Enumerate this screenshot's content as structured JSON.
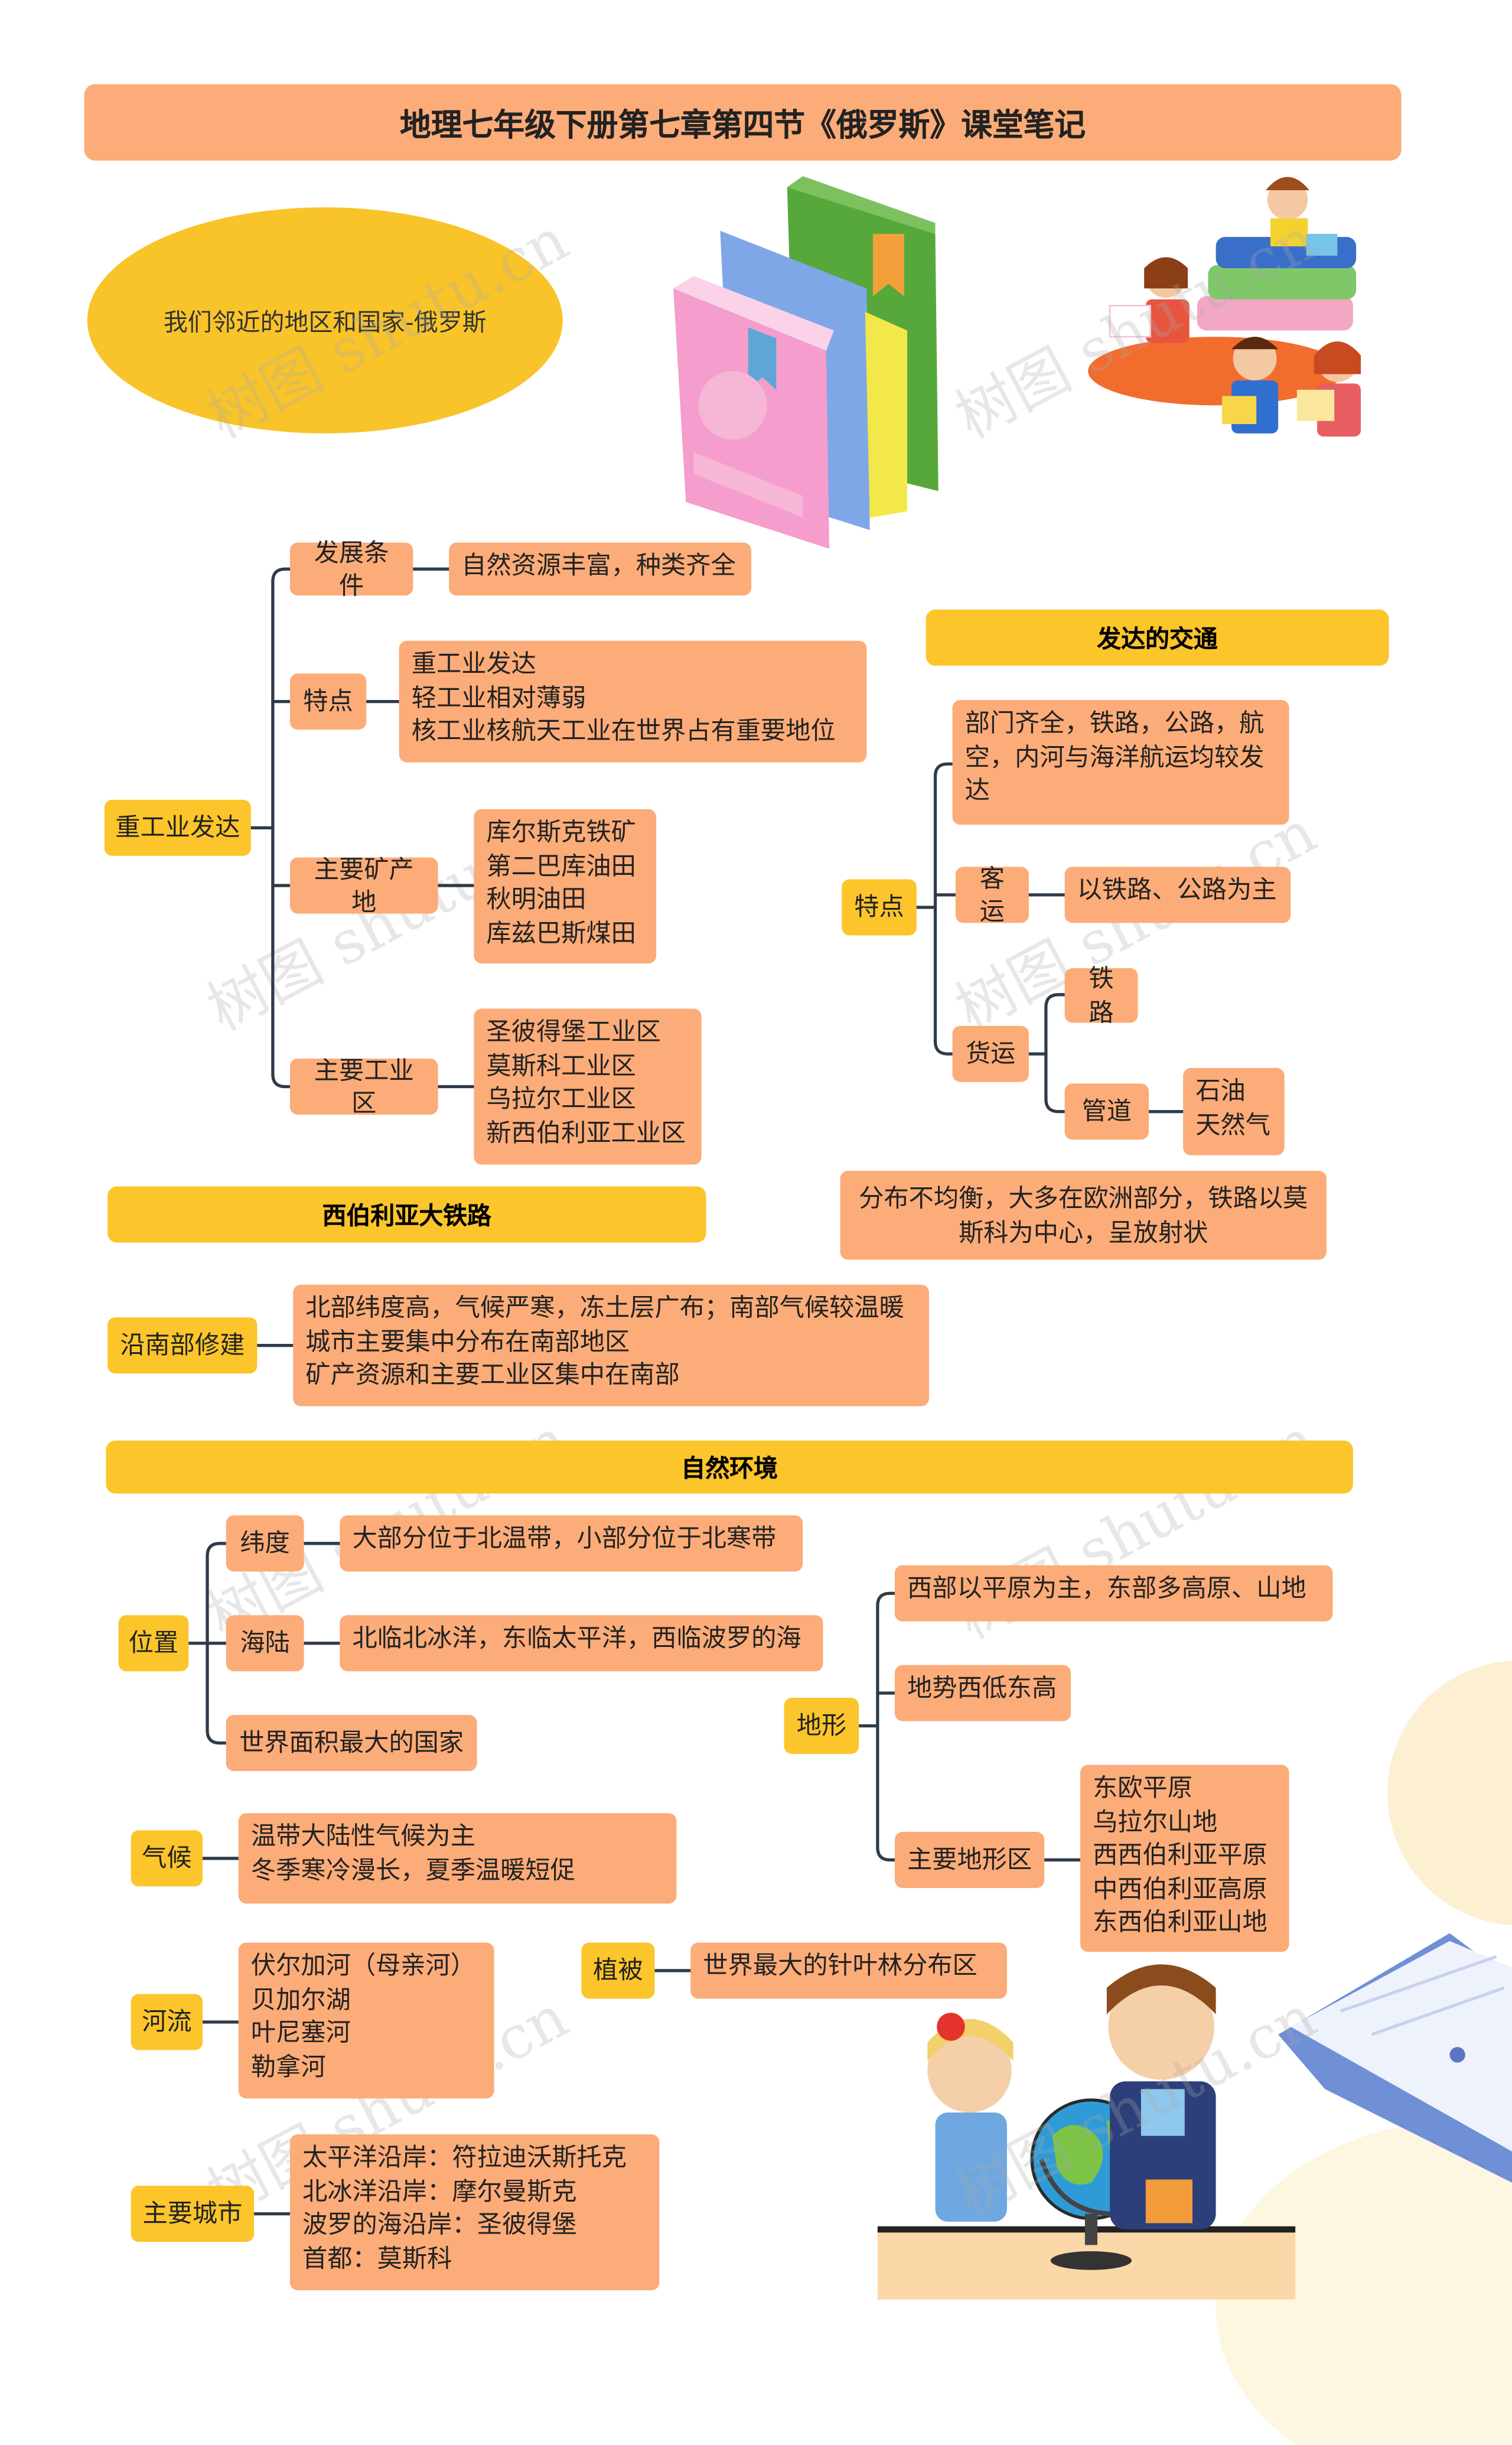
{
  "title": "地理七年级下册第七章第四节《俄罗斯》课堂笔记",
  "intro": "我们邻近的地区和国家-俄罗斯",
  "heavy_industry": {
    "root": "重工业发达",
    "dev_label": "发展条件",
    "dev_value": "自然资源丰富，种类齐全",
    "feat_label": "特点",
    "feat_value": "重工业发达\n轻工业相对薄弱\n核工业核航天工业在世界占有重要地位",
    "mine_label": "主要矿产地",
    "mine_value": "库尔斯克铁矿\n第二巴库油田\n秋明油田\n库兹巴斯煤田",
    "ind_label": "主要工业区",
    "ind_value": "圣彼得堡工业区\n莫斯科工业区\n乌拉尔工业区\n新西伯利亚工业区"
  },
  "transport": {
    "header": "发达的交通",
    "root": "特点",
    "dept_value": "部门齐全，铁路，公路，航空，内河与海洋航运均较发达",
    "passenger_label": "客运",
    "passenger_value": "以铁路、公路为主",
    "freight_label": "货运",
    "rail": "铁路",
    "pipe": "管道",
    "pipe_value": "石油\n天然气",
    "distribution": "分布不均衡，大多在欧洲部分，铁路以莫斯科为中心，呈放射状"
  },
  "siberia": {
    "header": "西伯利亚大铁路",
    "root": "沿南部修建",
    "value": "北部纬度高，气候严寒，冻土层广布；南部气候较温暖\n城市主要集中分布在南部地区\n矿产资源和主要工业区集中在南部"
  },
  "nature": {
    "header": "自然环境",
    "position": "位置",
    "latitude_label": "纬度",
    "latitude_value": "大部分位于北温带，小部分位于北寒带",
    "sea_land_label": "海陆",
    "sea_land_value": "北临北冰洋，东临太平洋，西临波罗的海",
    "area": "世界面积最大的国家",
    "climate_label": "气候",
    "climate_value": "温带大陆性气候为主\n冬季寒冷漫长，夏季温暖短促",
    "river_label": "河流",
    "river_value": "伏尔加河（母亲河）\n贝加尔湖\n叶尼塞河\n勒拿河",
    "city_label": "主要城市",
    "city_value": "太平洋沿岸：符拉迪沃斯托克\n北冰洋沿岸：摩尔曼斯克\n波罗的海沿岸：圣彼得堡\n首都：莫斯科",
    "terrain": "地形",
    "terrain_1": "西部以平原为主，东部多高原、山地",
    "terrain_2": "地势西低东高",
    "terrain_3_label": "主要地形区",
    "terrain_3_value": "东欧平原\n乌拉尔山地\n西西伯利亚平原\n中西伯利亚高原\n东西伯利亚山地",
    "vegetation_label": "植被",
    "vegetation_value": "世界最大的针叶林分布区"
  },
  "watermark": "树图 shutu.cn",
  "colors": {
    "orange": "#fcac78",
    "yellow": "#fbc52b",
    "line": "#2f3b4a"
  }
}
